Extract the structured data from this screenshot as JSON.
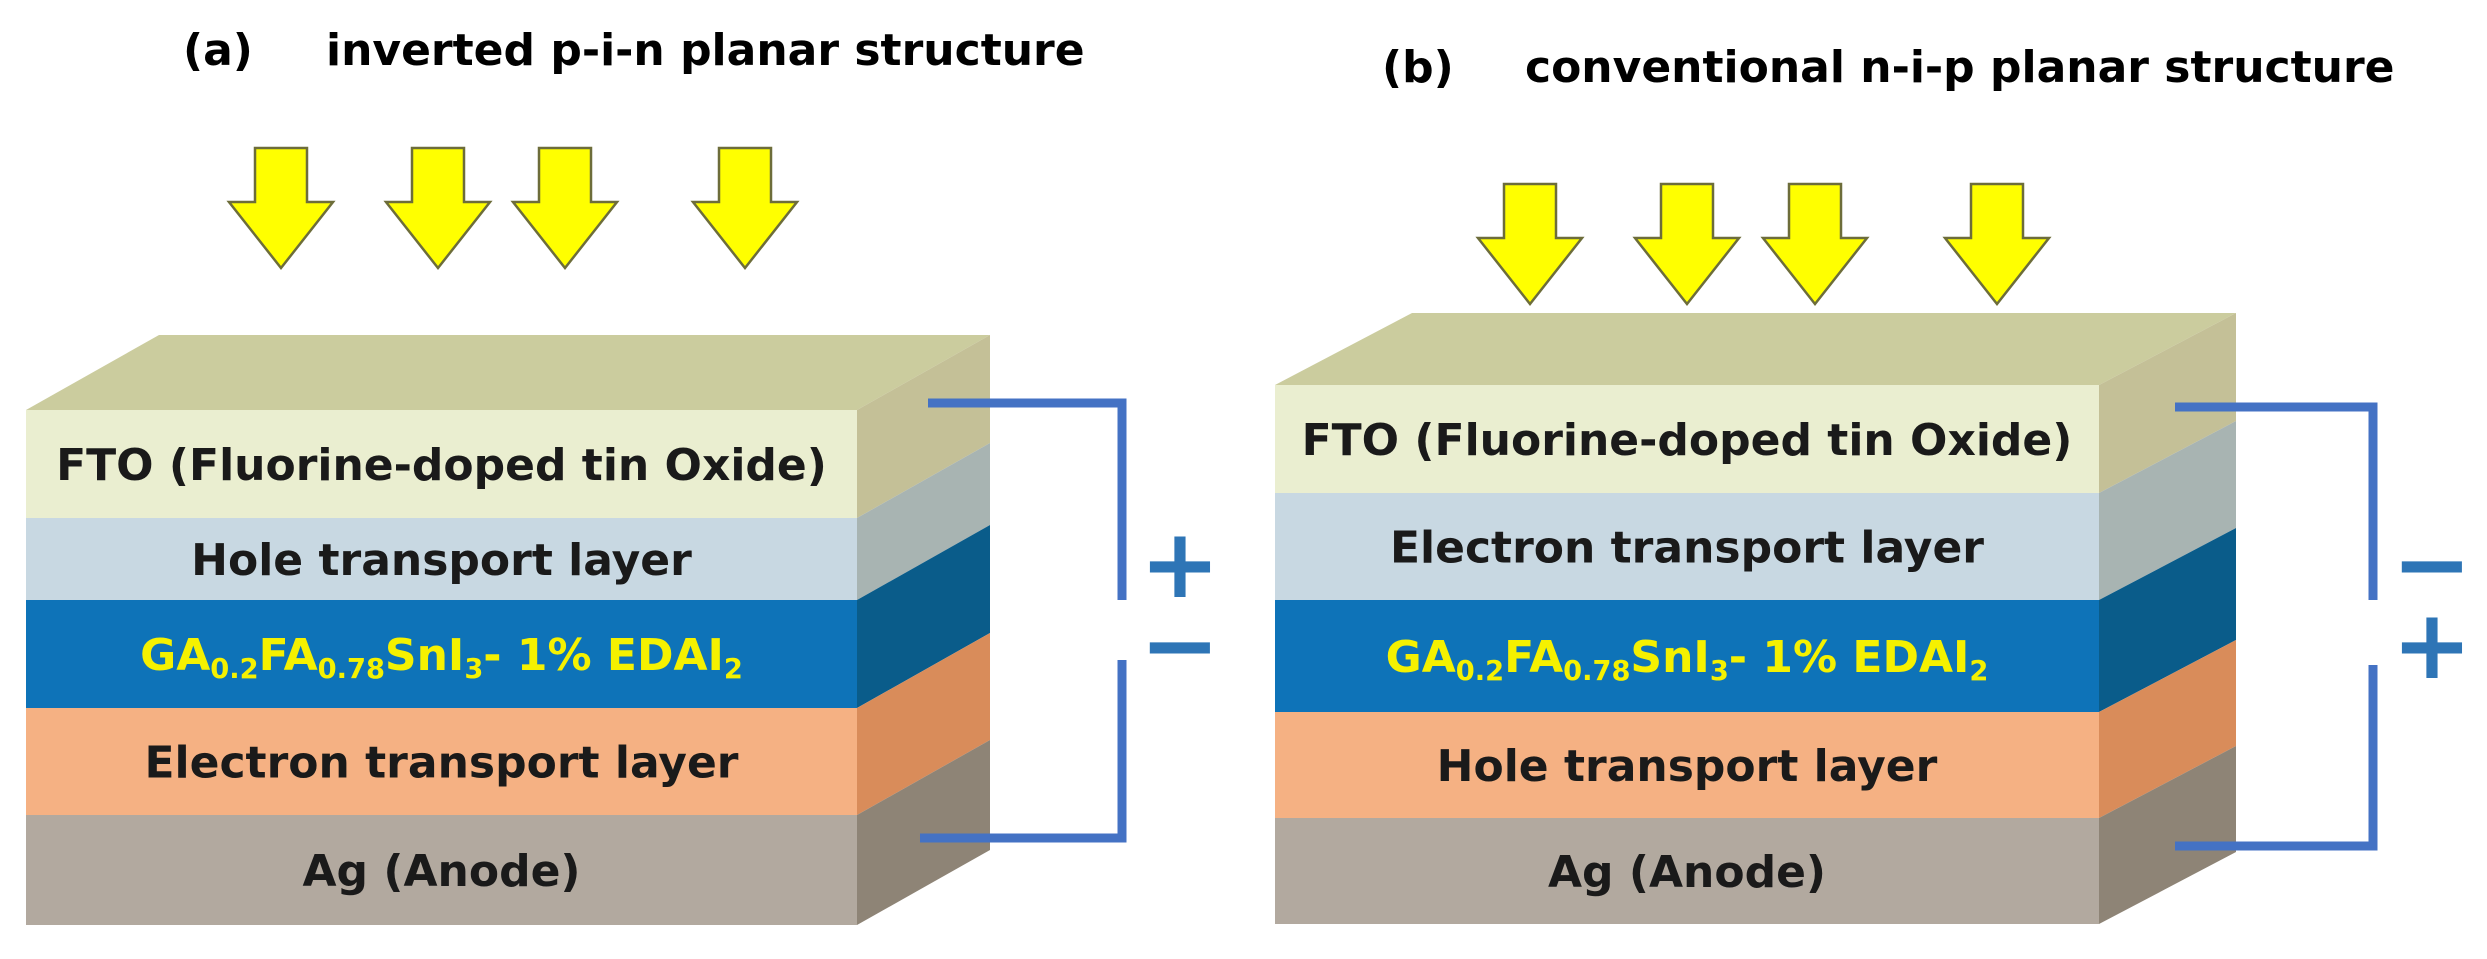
{
  "panels": [
    {
      "id": "a",
      "label": "(a)",
      "title": "inverted p-i-n planar structure",
      "layers": [
        {
          "name": "fto",
          "text": "FTO (Fluorine-doped tin Oxide)",
          "front": "#eaeed0",
          "side": "#c4c097",
          "top": "#cbcc9e",
          "text_color": "#1a1a1a"
        },
        {
          "name": "htl",
          "text": "Hole transport layer",
          "front": "#c8d8e2",
          "side": "#a8b4b2",
          "text_color": "#1a1a1a"
        },
        {
          "name": "perovskite",
          "runs": [
            {
              "t": "GA",
              "sub": false
            },
            {
              "t": "0.2",
              "sub": true
            },
            {
              "t": "FA",
              "sub": false
            },
            {
              "t": "0.78",
              "sub": true
            },
            {
              "t": "SnI",
              "sub": false
            },
            {
              "t": "3",
              "sub": true
            },
            {
              "t": "- 1% EDAI",
              "sub": false
            },
            {
              "t": "2",
              "sub": true
            }
          ],
          "front": "#0e73b8",
          "side": "#0a5c8a",
          "text_color": "#f5f100"
        },
        {
          "name": "etl",
          "text": "Electron transport layer",
          "front": "#f5b183",
          "side": "#d98c5a",
          "text_color": "#1a1a1a"
        },
        {
          "name": "anode",
          "text": "Ag (Anode)",
          "front": "#b2a99f",
          "side": "#8e8476",
          "text_color": "#1a1a1a"
        }
      ],
      "terminal_top": "+",
      "terminal_bottom": "−"
    },
    {
      "id": "b",
      "label": "(b)",
      "title": "conventional n-i-p planar structure",
      "layers": [
        {
          "name": "fto",
          "text": "FTO (Fluorine-doped tin Oxide)",
          "front": "#eaeed0",
          "side": "#c4c097",
          "top": "#cbcc9e",
          "text_color": "#1a1a1a"
        },
        {
          "name": "etl",
          "text": "Electron transport layer",
          "front": "#c8d8e2",
          "side": "#a8b4b2",
          "text_color": "#1a1a1a"
        },
        {
          "name": "perovskite",
          "runs": [
            {
              "t": "GA",
              "sub": false
            },
            {
              "t": "0.2",
              "sub": true
            },
            {
              "t": "FA",
              "sub": false
            },
            {
              "t": "0.78",
              "sub": true
            },
            {
              "t": "SnI",
              "sub": false
            },
            {
              "t": "3",
              "sub": true
            },
            {
              "t": "- 1% EDAI",
              "sub": false
            },
            {
              "t": "2",
              "sub": true
            }
          ],
          "front": "#0e73b8",
          "side": "#0a5c8a",
          "text_color": "#f5f100"
        },
        {
          "name": "htl",
          "text": "Hole transport layer",
          "front": "#f5b183",
          "side": "#d98c5a",
          "text_color": "#1a1a1a"
        },
        {
          "name": "anode",
          "text": "Ag (Anode)",
          "front": "#b2a99f",
          "side": "#8e8476",
          "text_color": "#1a1a1a"
        }
      ],
      "terminal_top": "−",
      "terminal_bottom": "+"
    }
  ],
  "colors": {
    "arrow_fill": "#ffff00",
    "arrow_stroke": "#6d6d3a",
    "wire": "#4472c4",
    "sign": "#2e75b6"
  }
}
